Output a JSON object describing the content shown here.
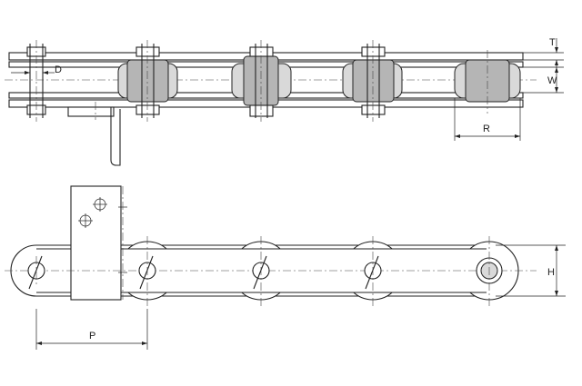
{
  "labels": {
    "D": "D",
    "T": "T",
    "W": "W",
    "R": "R",
    "H": "H",
    "P": "P"
  },
  "colors": {
    "line": "#222222",
    "fill_light": "#d9d9d9",
    "fill_dark": "#b5b5b5"
  }
}
